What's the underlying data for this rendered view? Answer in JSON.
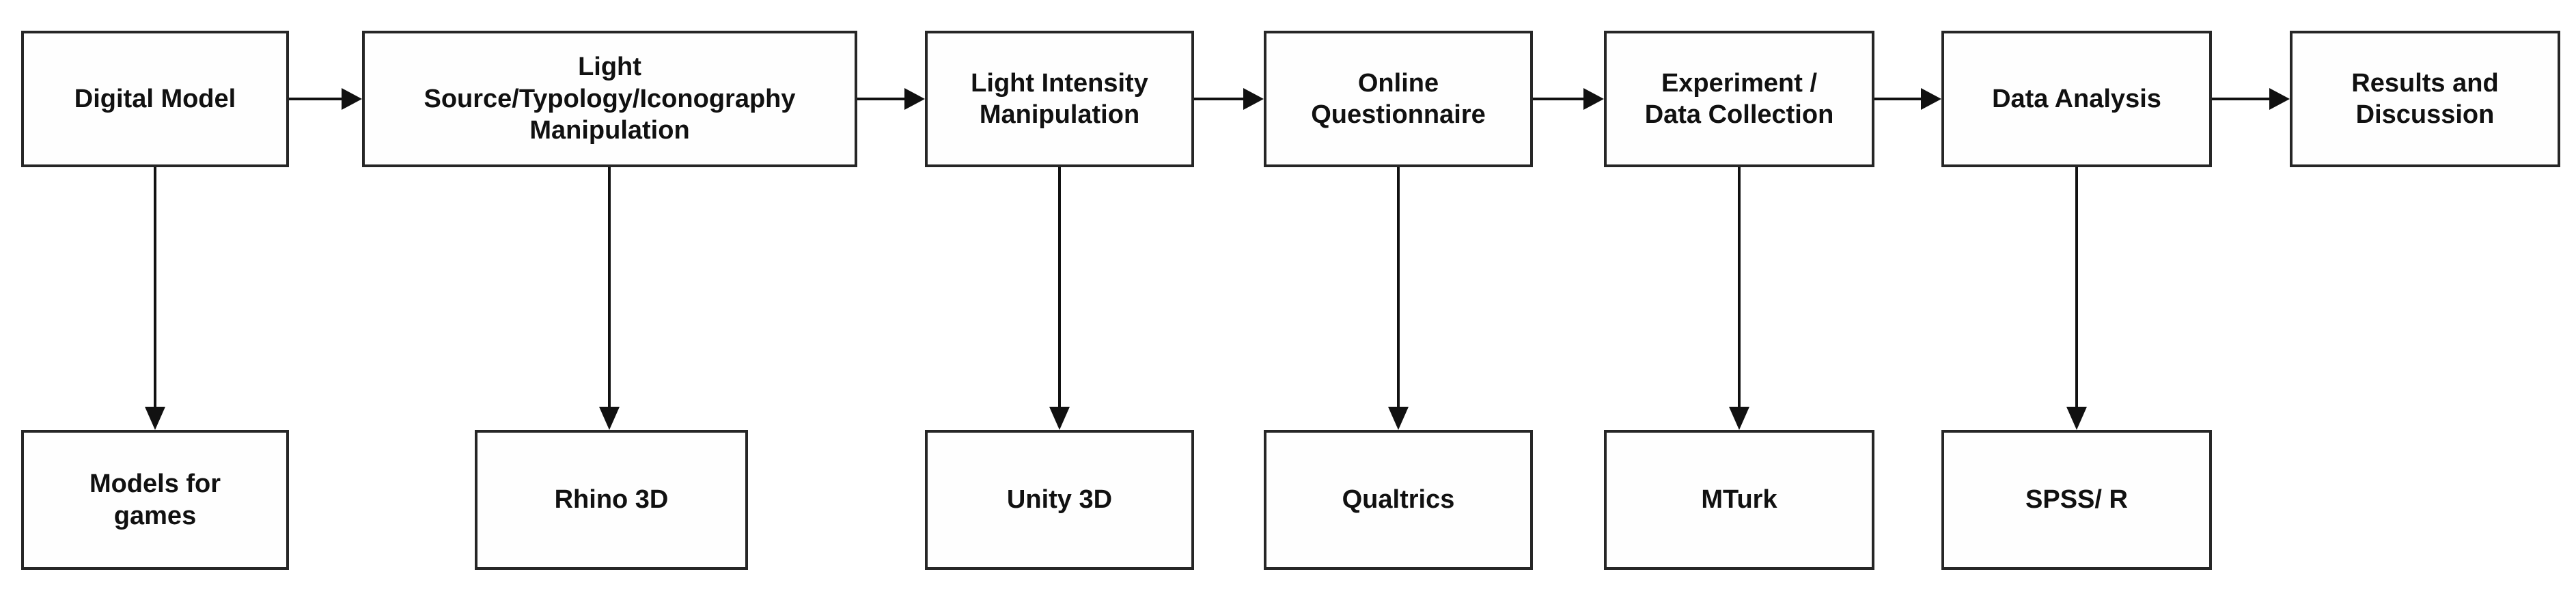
{
  "diagram": {
    "type": "flowchart",
    "background_color": "#ffffff",
    "box_fill_color": "#fefefe",
    "box_border_color": "#262626",
    "text_color": "#111111",
    "arrow_color": "#111111",
    "process_steps": [
      {
        "label": "Digital Model"
      },
      {
        "label": "Light\nSource/Typology/Iconography\nManipulation"
      },
      {
        "label": "Light Intensity\nManipulation"
      },
      {
        "label": "Online\nQuestionnaire"
      },
      {
        "label": "Experiment /\nData Collection"
      },
      {
        "label": "Data Analysis"
      },
      {
        "label": "Results and\nDiscussion"
      }
    ],
    "tools": [
      {
        "label": "Models for\ngames"
      },
      {
        "label": "Rhino 3D"
      },
      {
        "label": "Unity 3D"
      },
      {
        "label": "Qualtrics"
      },
      {
        "label": "MTurk"
      },
      {
        "label": "SPSS/ R"
      }
    ]
  }
}
